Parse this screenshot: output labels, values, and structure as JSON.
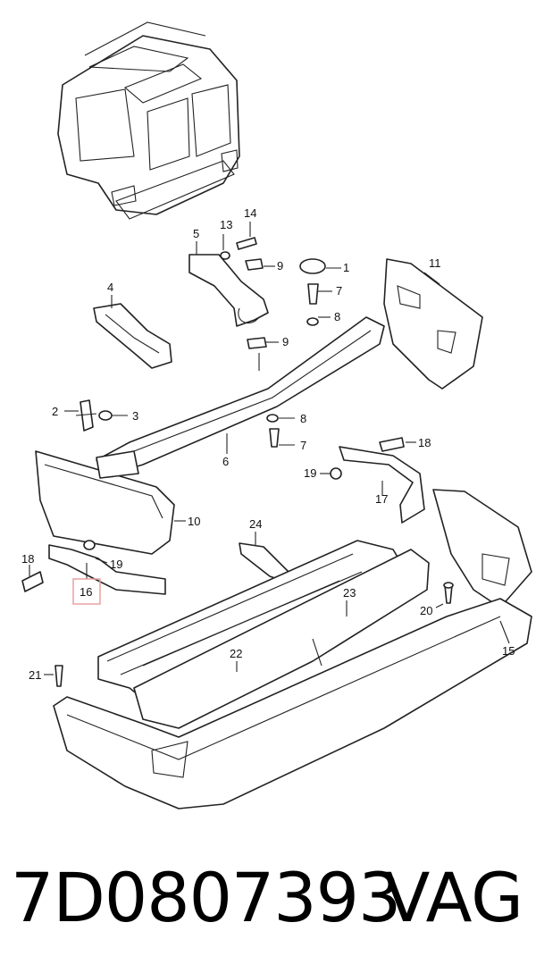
{
  "callouts": {
    "c1": "1",
    "c2": "2",
    "c3": "3",
    "c4": "4",
    "c5": "5",
    "c6": "6",
    "c7a": "7",
    "c7b": "7",
    "c8a": "8",
    "c8b": "8",
    "c9a": "9",
    "c9b": "9",
    "c10": "10",
    "c11": "11",
    "c13": "13",
    "c14": "14",
    "c15": "15",
    "c16": "16",
    "c17": "17",
    "c18a": "18",
    "c18b": "18",
    "c19a": "19",
    "c19b": "19",
    "c20": "20",
    "c21": "21",
    "c22": "22",
    "c23": "23",
    "c24": "24"
  },
  "highlight_color": "#e8a0a0",
  "footer": {
    "part_number": "7D0807393",
    "brand": "VAG"
  }
}
